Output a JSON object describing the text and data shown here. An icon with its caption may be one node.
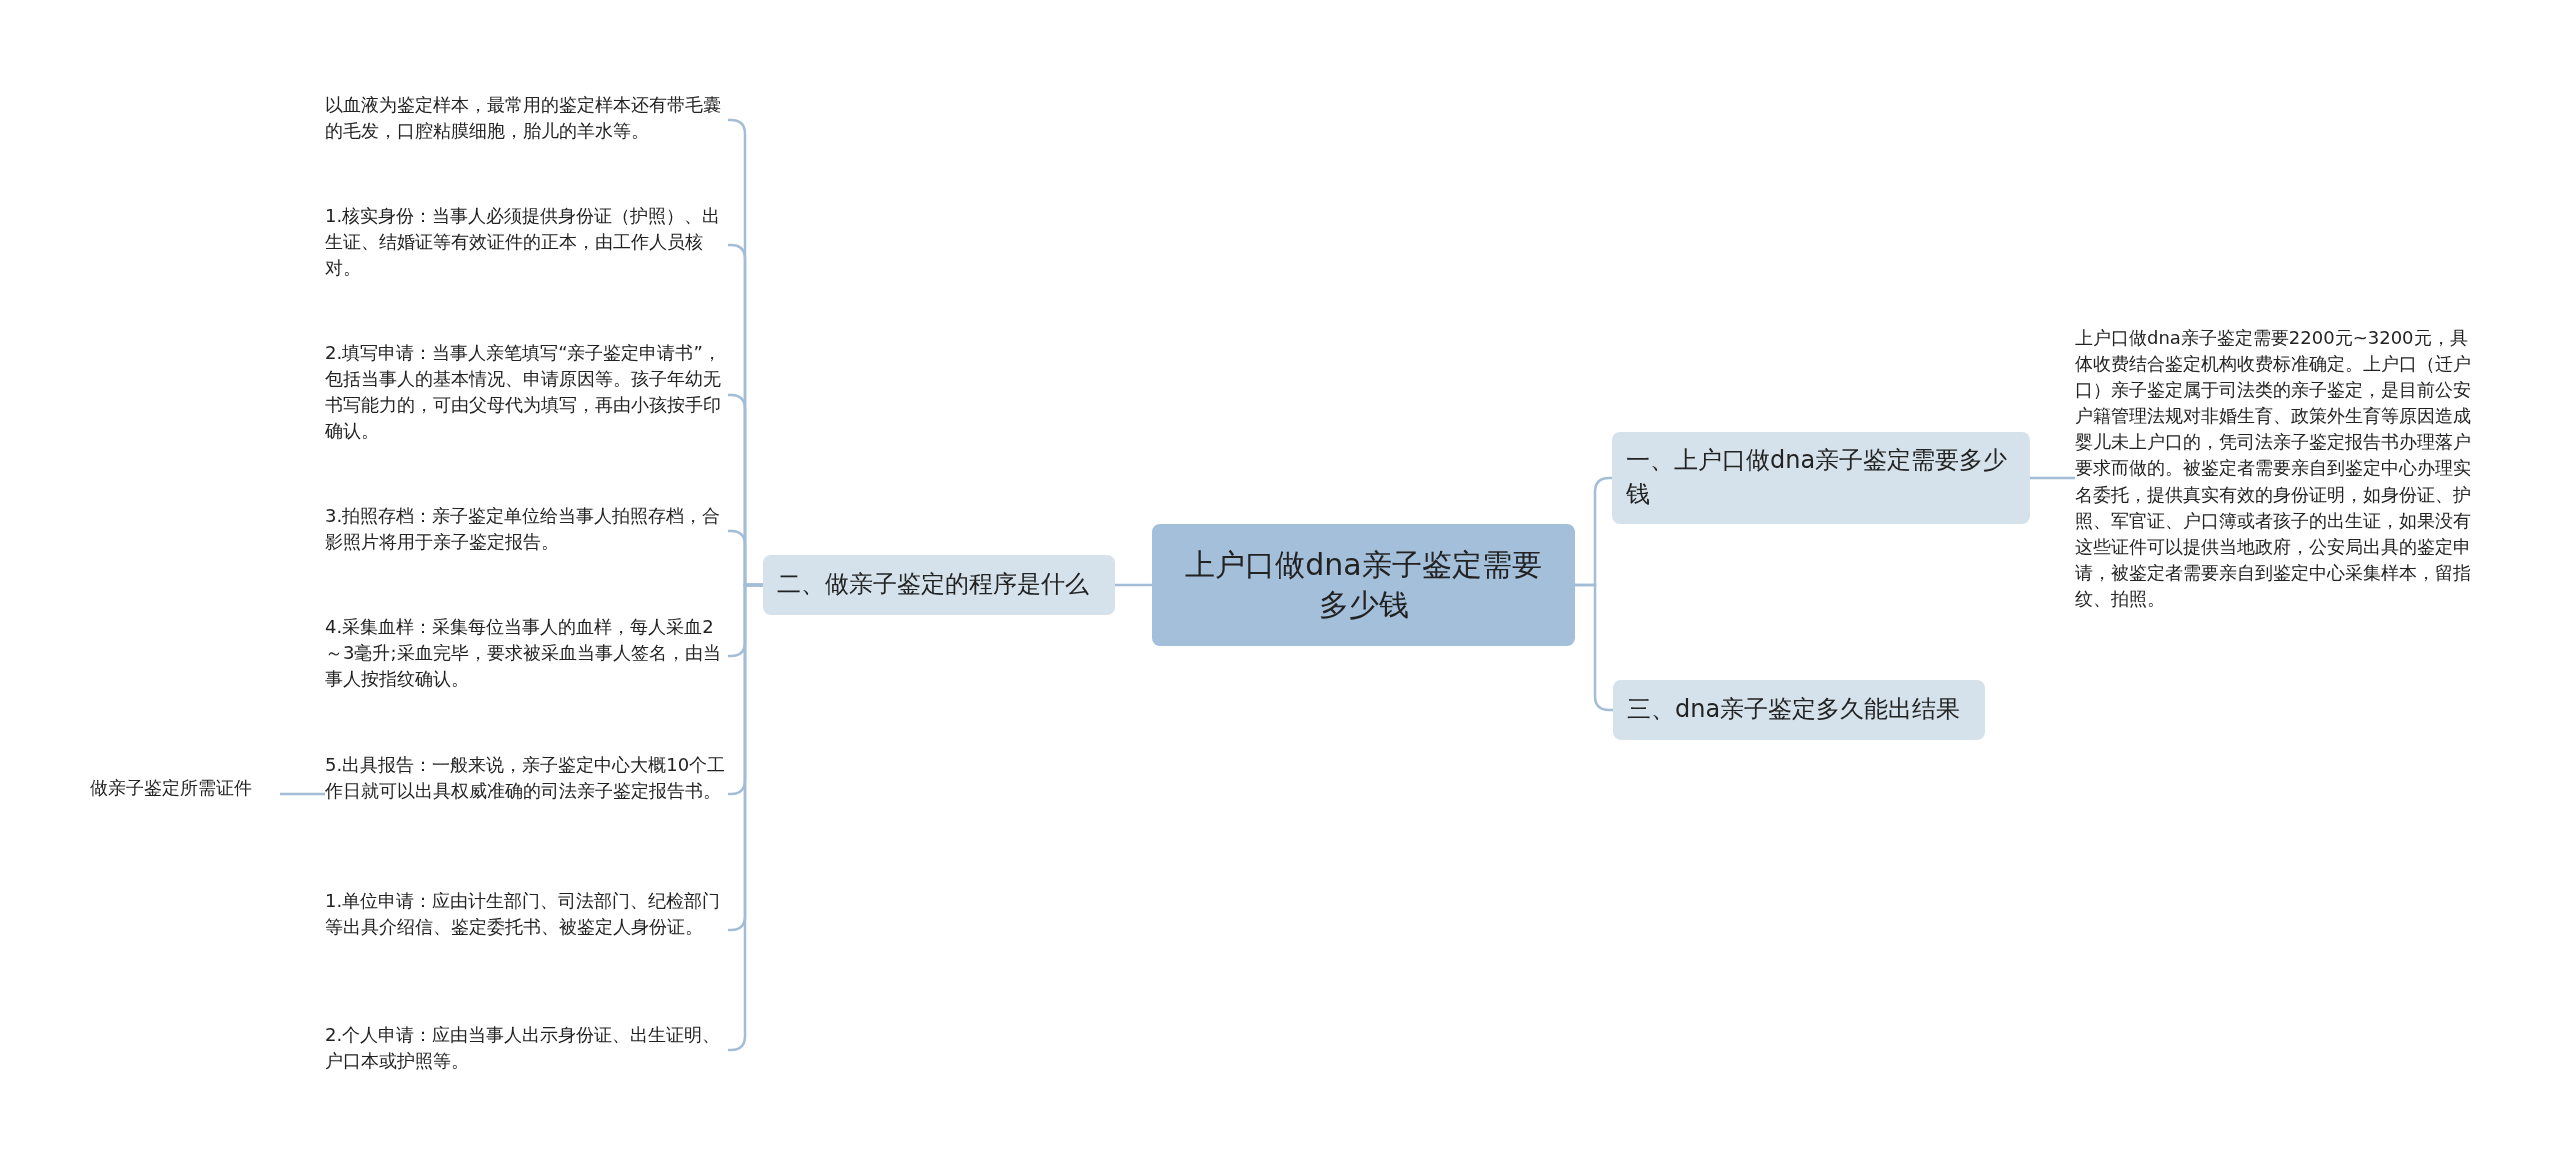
{
  "diagram": {
    "nodes": [
      {
        "text": [
          "上户口做dna亲子鉴定需要多少钱"
        ]
      },
      {
        "text": [
          "一、上户口做dna亲子鉴定需要多少钱"
        ]
      },
      {
        "text": [
          "上户口做dna亲子鉴定需要2200元~3200元，具体收费结合鉴定机构收费标准确定。上户口（迁户口）亲子鉴定属于司法类的亲子鉴定，是目前公安户籍管理法规对非婚生育、政策外生育等原因造成婴儿未上户口的，凭司法亲子鉴定报告书办理落户要求而做的。被鉴定者需要亲自到鉴定中心办理实名委托，提供真实有效的身份证明，如身份证、护照、军官证、户口簿或者孩子的出生证，如果没有这些证件可以提供当地政府，公安局出具的鉴定申请，被鉴定者需要亲自到鉴定中心采集样本，留指纹、拍照。"
        ]
      },
      {
        "text": [
          "三、dna亲子鉴定多久能出结果"
        ]
      },
      {
        "text": [
          "二、做亲子鉴定的程序是什么"
        ]
      },
      {
        "text": [
          "以血液为鉴定样本，最常用的鉴定样本还有带毛囊的毛发，口腔粘膜细胞，胎儿的羊水等。"
        ]
      },
      {
        "text": [
          "1.核实身份：当事人必须提供身份证（护照）、出生证、结婚证等有效证件的正本，由工作人员核对。"
        ]
      },
      {
        "text": [
          "2.填写申请：当事人亲笔填写“亲子鉴定申请书”，包括当事人的基本情况、申请原因等。孩子年幼无书写能力的，可由父母代为填写，再由小孩按手印确认。"
        ]
      },
      {
        "text": [
          "3.拍照存档：亲子鉴定单位给当事人拍照存档，合影照片将用于亲子鉴定报告。"
        ]
      },
      {
        "text": [
          "4.采集血样：采集每位当事人的血样，每人采血2～3毫升;采血完毕，要求被采血当事人签名，由当事人按指纹确认。"
        ]
      },
      {
        "text": [
          "5.出具报告：一般来说，亲子鉴定中心大概10个工作日就可以出具权威准确的司法亲子鉴定报告书。"
        ]
      },
      {
        "text": [
          "1.单位申请：应由计生部门、司法部门、纪检部门等出具介绍信、鉴定委托书、被鉴定人身份证。"
        ]
      },
      {
        "text": [
          "2.个人申请：应由当事人出示身份证、出生证明、户口本或护照等。"
        ]
      },
      {
        "text": [
          "做亲子鉴定所需证件"
        ]
      }
    ],
    "edges": [
      {
        "from": 0,
        "to": 1,
        "arrow": "none"
      },
      {
        "from": 1,
        "to": 2,
        "arrow": "none"
      },
      {
        "from": 0,
        "to": 3,
        "arrow": "none"
      },
      {
        "from": 0,
        "to": 4,
        "arrow": "none"
      },
      {
        "from": 4,
        "to": 5,
        "arrow": "none"
      },
      {
        "from": 4,
        "to": 6,
        "arrow": "none"
      },
      {
        "from": 4,
        "to": 7,
        "arrow": "none"
      },
      {
        "from": 4,
        "to": 8,
        "arrow": "none"
      },
      {
        "from": 4,
        "to": 9,
        "arrow": "none"
      },
      {
        "from": 4,
        "to": 10,
        "arrow": "none"
      },
      {
        "from": 4,
        "to": 11,
        "arrow": "none"
      },
      {
        "from": 4,
        "to": 12,
        "arrow": "none"
      },
      {
        "from": 10,
        "to": 13,
        "arrow": "none"
      }
    ]
  }
}
